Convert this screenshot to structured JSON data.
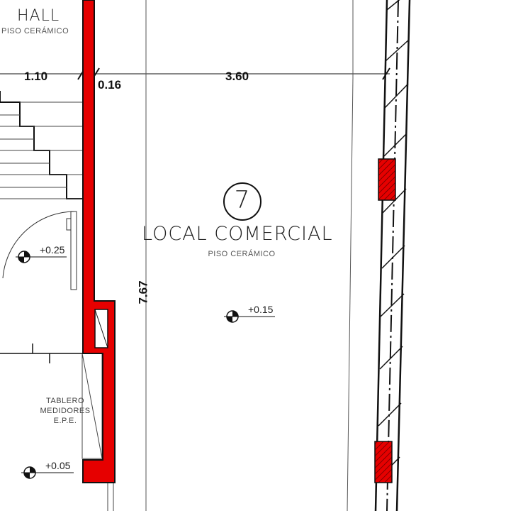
{
  "rooms": {
    "hall": {
      "name": "HALL",
      "floor": "PISO CERÁMICO"
    },
    "local": {
      "number": "7",
      "name": "LOCAL COMERCIAL",
      "floor": "PISO CERÁMICO"
    }
  },
  "dimensions": {
    "d1": "1.10",
    "d2": "0.16",
    "d3": "3.60",
    "d4": "7.67"
  },
  "levels": {
    "l1": "+0.25",
    "l2": "+0.15",
    "l3": "+0.05"
  },
  "panel_label": [
    "TABLERO",
    "MEDIDORES",
    "E.P.E."
  ],
  "colors": {
    "wall": "#e60000",
    "hatch": "#cc1a1a",
    "line": "#111111"
  }
}
